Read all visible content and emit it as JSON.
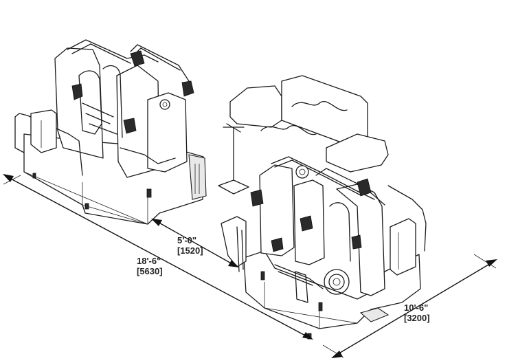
{
  "dimensions": {
    "length": {
      "imperial": "18'-6\"",
      "metric": "[5630]"
    },
    "gap": {
      "imperial": "5'-0\"",
      "metric": "[1520]"
    },
    "width": {
      "imperial": "10'-6\"",
      "metric": "[3200]"
    }
  },
  "colors": {
    "line": "#1a1a1a",
    "background": "#ffffff"
  }
}
